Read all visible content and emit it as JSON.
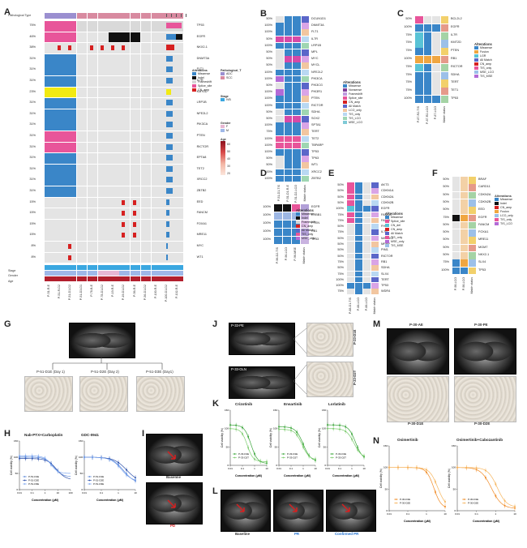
{
  "panels": {
    "A": "A",
    "B": "B",
    "C": "C",
    "D": "D",
    "E": "E",
    "F": "F",
    "G": "G",
    "H": "H",
    "I": "I",
    "J": "J",
    "K": "K",
    "L": "L",
    "M": "M",
    "N": "N"
  },
  "panelA": {
    "row_header": "Pathological Type",
    "genes": [
      "TP53",
      "EGFR",
      "NKX2-1",
      "DNMT3A",
      "FLT1",
      "IL7R",
      "KMT2D",
      "LRP1B",
      "NFE2L2",
      "PIK3CA",
      "PTEN",
      "RICTOR",
      "EPTA8",
      "TET2",
      "XRCC2",
      "ZBTB2",
      "EED",
      "FANCM",
      "FOXA1",
      "MRE11",
      "MYC",
      "WT1"
    ],
    "percents": [
      "75%",
      "46%",
      "38%",
      "31%",
      "31%",
      "31%",
      "23%",
      "31%",
      "31%",
      "31%",
      "31%",
      "31%",
      "31%",
      "31%",
      "31%",
      "31%",
      "15%",
      "15%",
      "15%",
      "15%",
      "8%",
      "8%"
    ],
    "stage_label": "Stage",
    "gender_label": "Gender",
    "age_label": "Age",
    "samples": [
      "P-51-R-E",
      "P-51-R-D2",
      "P-51-D1-D2",
      "P-51-D3-D1",
      "P-78-B-E",
      "P-78-D1-D2",
      "P-19-R-E",
      "P-19-D1-D2",
      "P-56-R-E",
      "P-56-D1-D2",
      "P-100-R-E",
      "P-100-D1-D2",
      "P-102-R-E"
    ],
    "legend_alterations_title": "Alterations",
    "legend_alterations": [
      "Missense",
      "Indel",
      "Frameshift",
      "Splice_site",
      "CN_amp"
    ],
    "legend_path_title": "Pathological_T",
    "legend_path": [
      "ADC",
      "SCC"
    ],
    "legend_stage_title": "Stage",
    "legend_stage": [
      "IVB"
    ],
    "legend_gender_title": "Gender",
    "legend_gender": [
      "F",
      "M"
    ],
    "legend_age_title": "Age",
    "legend_age": [
      "60",
      "50",
      "40",
      "30",
      "20"
    ]
  },
  "panelB": {
    "genes": [
      "DCUN1D1",
      "DNMT3A",
      "FLT1",
      "IL7R",
      "LRP1B",
      "MPL",
      "MYC",
      "MYCL",
      "NFE2L2",
      "PIK3CA",
      "PIK3CG",
      "PIK3R1",
      "PTEN",
      "RICTOR",
      "SDHA",
      "SOX2",
      "SPTA1",
      "TERT",
      "TET2",
      "TBPARP",
      "TP53",
      "TP63",
      "WT1",
      "XRCC2",
      "ZBTB2"
    ],
    "percents": [
      "50%",
      "100%",
      "100%",
      "50%",
      "100%",
      "50%",
      "50%",
      "50%",
      "100%",
      "100%",
      "50%",
      "100%",
      "100%",
      "100%",
      "50%",
      "50%",
      "100%",
      "75%",
      "100%",
      "100%",
      "100%",
      "50%",
      "50%",
      "100%",
      "100%"
    ],
    "samples": [
      "P-51-D1-TIS",
      "P-51-D1-R-E",
      "P-51-D2-LCO",
      "Match status"
    ],
    "legend_title": "Alterations",
    "legend": [
      "Missense",
      "Nonsense",
      "Frameshift",
      "Splice_site",
      "CN_amp",
      "All Match",
      "LCO_only",
      "TIS_only",
      "TIS_LCO",
      "MSE_LCO"
    ]
  },
  "panelC": {
    "genes": [
      "BCL2L2",
      "EGFR",
      "IL7R",
      "KMT2D",
      "PTEN",
      "RB1",
      "RICTOR",
      "SDHA",
      "TERT",
      "TET1",
      "TP53"
    ],
    "percents": [
      "50%",
      "100%",
      "75%",
      "75%",
      "75%",
      "100%",
      "75%",
      "75%",
      "75%",
      "75%",
      "100%"
    ],
    "samples": [
      "P-87-R2-TIS",
      "P-87-R2-LCO",
      "P-87-LCO",
      "Match status"
    ],
    "legend_title": "Alterations",
    "legend": [
      "Missense",
      "Fusion",
      "LGR",
      "All Match",
      "CN_amp",
      "TIS_only",
      "MSE_LCO",
      "TIS_MSE"
    ]
  },
  "panelD": {
    "genes": [
      "EGFR",
      "ERBB1",
      "PTEN",
      "RB1",
      "TP53"
    ],
    "percents": [
      "100%",
      "100%",
      "100%",
      "100%",
      "100%"
    ],
    "samples": [
      "P-96-D2-TIS",
      "P-96-LCO",
      "P-96-MSE",
      "Match status"
    ],
    "legend_title": "Alterations",
    "legend": [
      "Missense",
      "Indel",
      "Frameshift",
      "CN_amp",
      "All Match",
      "TIS_only",
      "MSE_only"
    ]
  },
  "panelE": {
    "genes": [
      "AKT3",
      "CDKN1A",
      "CDKN2A",
      "CDKN2B",
      "EGFR",
      "FANCA",
      "FANCI",
      "FH",
      "IL7R",
      "MAP3K1",
      "MPRP",
      "PIM1",
      "RICTOR",
      "RB1",
      "SDHA",
      "SLX4",
      "TERT",
      "TP53",
      "WDR4"
    ],
    "percents": [
      "50%",
      "50%",
      "50%",
      "50%",
      "100%",
      "75%",
      "75%",
      "50%",
      "75%",
      "50%",
      "50%",
      "50%",
      "50%",
      "75%",
      "50%",
      "75%",
      "100%",
      "100%",
      "75%"
    ],
    "samples": [
      "P-88-D1-TIS",
      "P-88-LCO",
      "P-88-LCO",
      "Match status"
    ],
    "legend_title": "Alterations",
    "legend": [
      "Missense",
      "Splice_site",
      "CN_del",
      "CN_amp",
      "All Match",
      "TIS_only",
      "MSE_only",
      "TIS_MSE"
    ]
  },
  "panelF": {
    "genes": [
      "BRAF",
      "CARD11",
      "CDKN2A",
      "CDKN2B",
      "EED",
      "EGFR",
      "FANCM",
      "FOXA1",
      "MRE11",
      "MGMT",
      "NKX2-1",
      "SLX4",
      "TP53"
    ],
    "percents": [
      "50%",
      "50%",
      "50%",
      "50%",
      "50%",
      "75%",
      "50%",
      "50%",
      "50%",
      "50%",
      "50%",
      "75%",
      "100%"
    ],
    "samples": [
      "P-98-LCO",
      "P-98-LCO",
      "Match status"
    ],
    "legend_title": "Alterations",
    "legend": [
      "Missense",
      "Indel",
      "CN_amp",
      "Fusion",
      "LCO_only",
      "TIS_only",
      "TIS_LCO"
    ]
  },
  "panelG": {
    "d1": "P-51-D1E (Day 1)",
    "d2": "P-51-D2E (Day 2)",
    "d3": "P-51-D3E (Day1)"
  },
  "panelH": {
    "left_title": "Nab-PTX+Carboplatin",
    "right_title": "GDC-0941",
    "ylabel": "Cell viability (%)",
    "xlabel": "Concentration (μM)",
    "legend": [
      "P-51-D1E",
      "P-51-D2E",
      "P-51-D3E"
    ]
  },
  "panelI": {
    "baseline": "Baseline",
    "pd": "PD"
  },
  "panelJ": {
    "a": "P-33-PE",
    "b": "P-33-OLN",
    "c": "P-33-D1E",
    "d": "P-33-D2T"
  },
  "panelK": {
    "titles": [
      "Crizotinib",
      "Ensartinib",
      "Lorlatinib"
    ],
    "ylabel": "Cell viability (%)",
    "xlabel": "Concentration (μM)",
    "legend": [
      "P-33-D1E",
      "P-33-D2T"
    ]
  },
  "panelL": {
    "a": "Baseline",
    "b": "PR",
    "c": "Confirmed PR"
  },
  "panelM": {
    "a": "P-30-AE",
    "b": "P-30-PE",
    "c": "P-30-D1E",
    "d": "P-30-D2E"
  },
  "panelN": {
    "titles": [
      "Osimertinib",
      "Osimertinib+Cabozantinib"
    ],
    "ylabel": "Cell viability (%)",
    "xlabel": "Concentration (μM)",
    "legend": [
      "P-30-D1E",
      "P-30-D2E"
    ]
  },
  "colors": {
    "missense": "#3a86c8",
    "indel": "#111111",
    "frameshift": "#d6d6d6",
    "splice": "#e8559a",
    "cn_amp": "#d62020",
    "kmt2d": "#f2ea12",
    "adc": "#9b8fd0",
    "scc": "#d88aa0",
    "stage": "#3aa7e0",
    "gender_f": "#e7b7d3",
    "gender_m": "#9fb8e8",
    "age": "#b21f2d",
    "green_curve": "#3aa53a",
    "orange_curve": "#f08a24",
    "blue_curve": "#4a78c8"
  }
}
